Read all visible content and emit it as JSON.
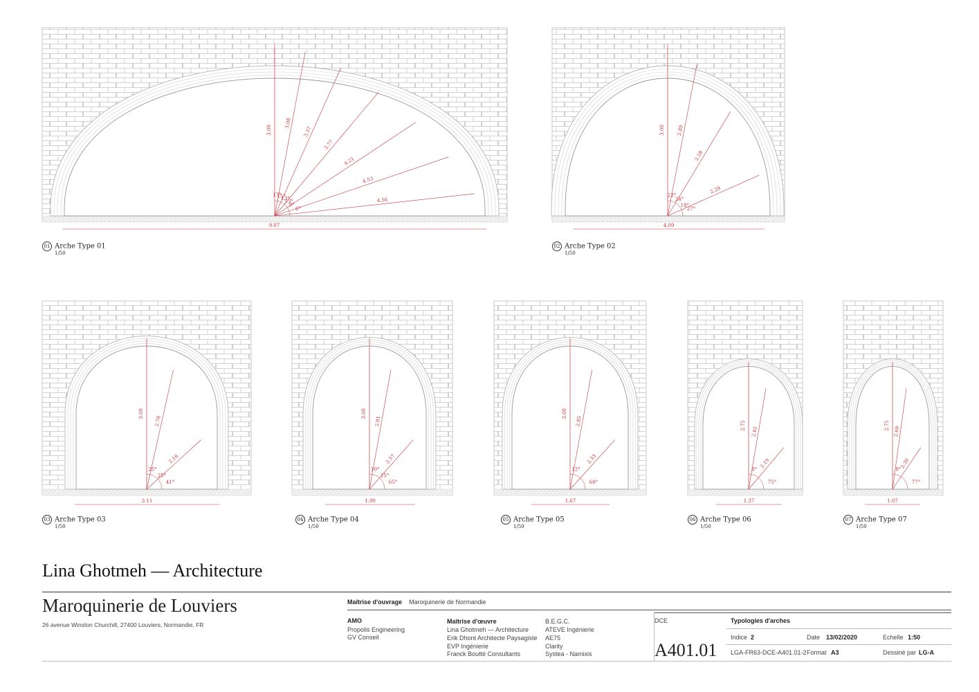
{
  "arches": [
    {
      "id": "01",
      "title": "Arche Type 01",
      "scale": "1/50",
      "base": "9.07",
      "height": "3.00",
      "rays": [
        "3.08",
        "3.37",
        "3.77",
        "4.21",
        "4.53",
        "4.56"
      ],
      "angles": [
        "17°",
        "15°",
        "13°",
        "13°",
        "9°"
      ],
      "end_angle": "6°"
    },
    {
      "id": "02",
      "title": "Arche Type 02",
      "scale": "1/50",
      "base": "4.09",
      "height": "3.00",
      "rays": [
        "2.89",
        "2.58",
        "2.29"
      ],
      "angles": [
        "23°",
        "24°",
        "18°"
      ],
      "end_angle": "27°"
    },
    {
      "id": "03",
      "title": "Arche Type 03",
      "scale": "1/50",
      "base": "3.11",
      "height": "3.00",
      "rays": [
        "2.78",
        "2.16"
      ],
      "angles": [
        "25°",
        "25°"
      ],
      "end_angle": "41°"
    },
    {
      "id": "04",
      "title": "Arche Type 04",
      "scale": "1/50",
      "base": "1.90",
      "height": "3.00",
      "rays": [
        "2.81",
        "2.57"
      ],
      "angles": [
        "10°",
        "15°"
      ],
      "end_angle": "65°"
    },
    {
      "id": "05",
      "title": "Arche Type 05",
      "scale": "1/50",
      "base": "1.67",
      "height": "3.00",
      "rays": [
        "2.85",
        "2.33"
      ],
      "angles": [
        "12°"
      ],
      "end_angle": "69°"
    },
    {
      "id": "06",
      "title": "Arche Type 06",
      "scale": "1/50",
      "base": "1.37",
      "height": "2.75",
      "rays": [
        "2.61",
        "2.19"
      ],
      "angles": [
        "8°"
      ],
      "end_angle": "75°"
    },
    {
      "id": "07",
      "title": "Arche Type 07",
      "scale": "1/50",
      "base": "1.07",
      "height": "2.75",
      "rays": [
        "2.69",
        "2.30"
      ],
      "angles": [
        "8°"
      ],
      "end_angle": "77°"
    }
  ],
  "titleblock": {
    "firm": "Lina Ghotmeh — Architecture",
    "project": "Maroquinerie de Louviers",
    "address": "26 avenue Winston Churchill, 27400 Louviers, Normandie, FR",
    "ouvrage_label": "Maîtrise d'ouvrage",
    "ouvrage_value": "Maroquinerie de Normandie",
    "amo_label": "AMO",
    "amo_items": [
      "Propolis Engineering",
      "GV Conseil"
    ],
    "oeuvre_label": "Maîtrise d'œuvre",
    "oeuvre_items": [
      "Lina Ghotmeh — Architecture",
      "Erik Dhont Architecte Paysagiste",
      "EVP Ingénierie",
      "Franck Boutté Consultants"
    ],
    "consult_items": [
      "B.E.G.C.",
      "ATEVE Ingénierie",
      "AE75",
      "Clarity",
      "Systea - Namixis"
    ],
    "phase": "DCE",
    "sheet_title": "Typologies d'arches",
    "sheet_number": "A401.01",
    "indice_label": "Indice",
    "indice_value": "2",
    "date_label": "Date",
    "date_value": "13/02/2020",
    "echelle_label": "Echelle",
    "echelle_value": "1:50",
    "ref": "LGA-FR63-DCE-A401.01-2",
    "format_label": "Format",
    "format_value": "A3",
    "dessine_label": "Dessiné par",
    "dessine_value": "LG-A"
  },
  "colors": {
    "dim": "#c8343c",
    "brick": "#b9b9b9",
    "line": "#333333"
  }
}
